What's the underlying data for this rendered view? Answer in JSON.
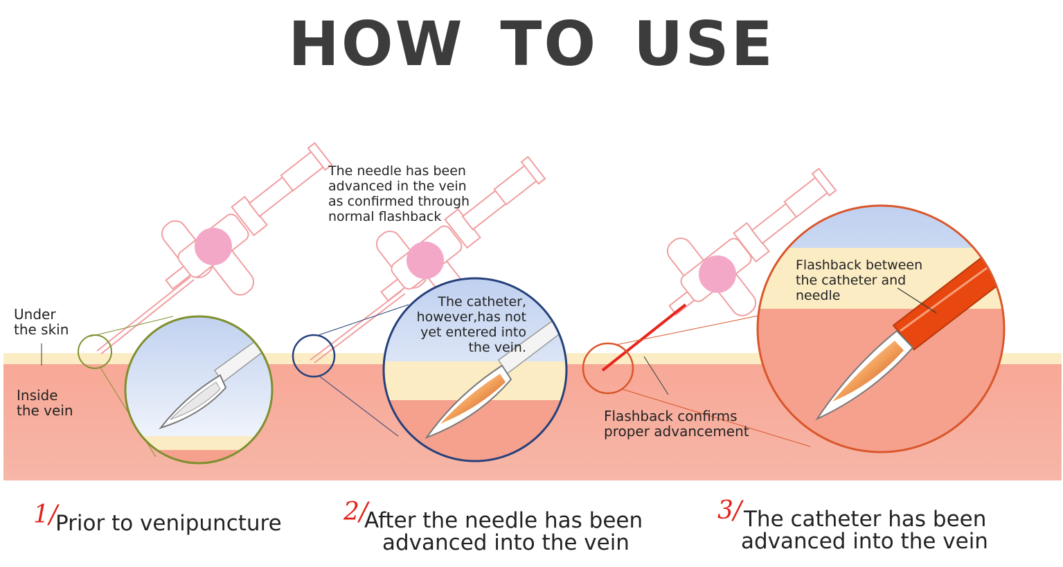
{
  "title": "HOW TO USE",
  "colors": {
    "skin": "#fcefc6",
    "vein": "#f6a08e",
    "needle_outline": "#f09ea0",
    "hub": "#f4a8c8",
    "flashback": "#e8470f",
    "circle_step1": "#7e8f2e",
    "circle_step2": "#25407a",
    "circle_step3": "#d9562a"
  },
  "layer_labels": {
    "under_skin": "Under\nthe skin",
    "inside_vein": "Inside\nthe vein"
  },
  "annotations": {
    "needle_advanced": "The needle has been\nadvanced in the vein\nas confirmed through\nnormal flashback",
    "catheter_not_entered": "The catheter,\nhowever,has not\nyet entered into\nthe vein.",
    "flashback_between": "Flashback between\nthe catheter and\nneedle",
    "flashback_confirms": "Flashback confirms\nproper advancement"
  },
  "steps": [
    {
      "number": "1/",
      "text": "Prior to venipuncture"
    },
    {
      "number": "2/",
      "text_line1": "After the needle has been",
      "text_line2": "advanced into the vein"
    },
    {
      "number": "3/",
      "text_line1": "The catheter has been",
      "text_line2": "advanced into the vein"
    }
  ]
}
